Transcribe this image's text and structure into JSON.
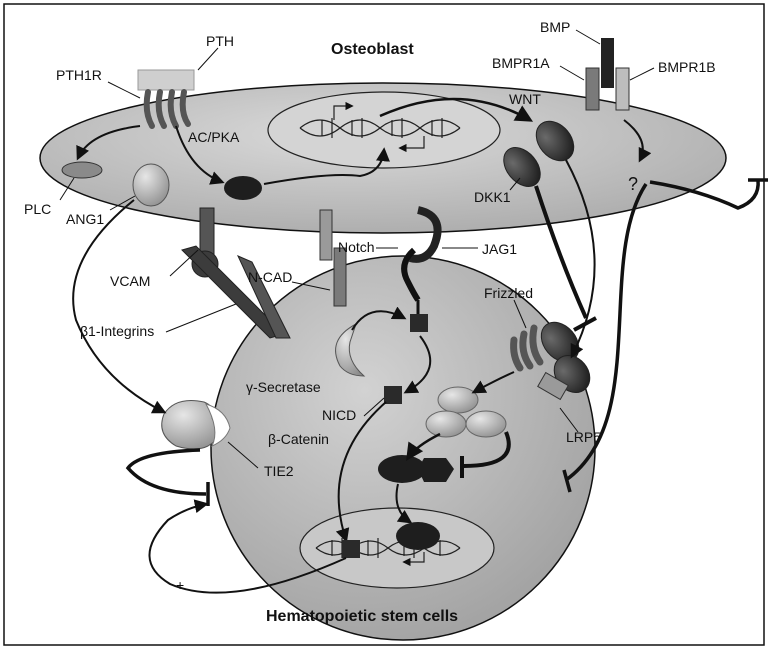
{
  "labels": {
    "osteoblast": "Osteoblast",
    "hsc": "Hematopoietic stem cells",
    "pth": "PTH",
    "pth1r": "PTH1R",
    "bmp": "BMP",
    "bmpr1a": "BMPR1A",
    "bmpr1b": "BMPR1B",
    "wnt": "WNT",
    "acpka": "AC/PKA",
    "plc": "PLC",
    "ang1": "ANG1",
    "dkk1": "DKK1",
    "question": "?",
    "vcam": "VCAM",
    "ncad": "N-CAD",
    "notch": "Notch",
    "jag1": "JAG1",
    "b1integrins": "β1-Integrins",
    "frizzled": "Frizzled",
    "gsecretase": "γ-Secretase",
    "nicd": "NICD",
    "lrp5": "LRP5",
    "bcatenin": "β-Catenin",
    "tie2": "TIE2",
    "plus": "+"
  },
  "colors": {
    "osteoblast_fill": "#c4c4c4",
    "hsc_fill": "#bdbdbd",
    "dark_protein": "#3a3a3a",
    "mid_protein": "#7a7a7a",
    "light_protein": "#bcbcbc",
    "stroke": "#111111"
  }
}
